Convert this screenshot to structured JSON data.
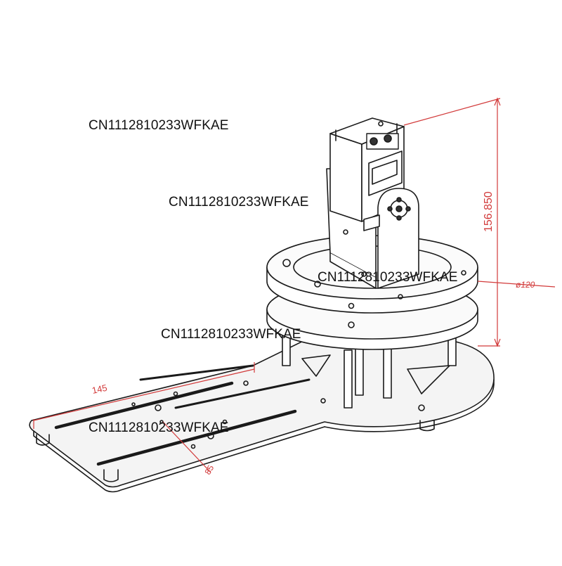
{
  "watermarks": [
    "CN1112810233WFKAE",
    "CN1112810233WFKAE",
    "CN1112810233WFKAE",
    "CN1112810233WFKAE",
    "CN1112810233WFKAE"
  ],
  "dimensions": {
    "height": "156.850",
    "diameter": "ø120",
    "length": "145",
    "width": "85"
  },
  "colors": {
    "line": "#1a1a1a",
    "dimension": "#d23a3a",
    "plate_fill": "#f2f2f2"
  }
}
